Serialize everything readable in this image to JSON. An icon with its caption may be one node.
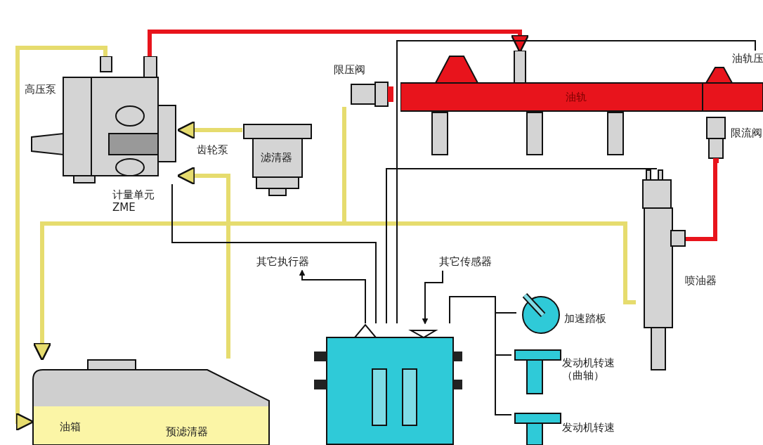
{
  "diagram": {
    "nodes": [
      {
        "text": [
          "高压泵"
        ],
        "beside": [
          "计量单元 ZME",
          "齿轮泵"
        ]
      },
      {
        "text": [
          "滤清器"
        ]
      },
      {
        "text": [
          "限压阀"
        ]
      },
      {
        "text": [
          "油轨"
        ]
      },
      {
        "text": [
          "油轨压"
        ]
      },
      {
        "text": [
          "限流阀"
        ]
      },
      {
        "text": [
          "喷油器"
        ]
      },
      {
        "text": [],
        "shape": "box"
      },
      {
        "text": [
          "其它执行器"
        ]
      },
      {
        "text": [
          "其它传感器"
        ]
      },
      {
        "text": [
          "加速踏板"
        ]
      },
      {
        "text": [
          "发动机转速（曲轴）"
        ]
      },
      {
        "text": [
          "发动机转速"
        ]
      },
      {
        "text": [
          "油箱"
        ]
      },
      {
        "text": [
          "预滤清器"
        ],
        "in": 13
      }
    ],
    "edges": [
      {
        "from": 0,
        "to": 3,
        "arrow": "to",
        "style": "thick",
        "color": "#e8141c"
      },
      {
        "from": 1,
        "to": 0,
        "arrow": "to",
        "style": "thick",
        "color": "#e6dc6e"
      },
      {
        "from": 13,
        "to": 0,
        "arrow": "to",
        "style": "thick",
        "color": "#e6dc6e"
      },
      {
        "from": 0,
        "to": 13,
        "arrow": "to",
        "style": "thick",
        "color": "#e6dc6e"
      },
      {
        "from": 2,
        "to": 13,
        "arrow": "to",
        "style": "thick",
        "color": "#e6dc6e"
      },
      {
        "from": 5,
        "to": 6,
        "arrow": "none",
        "style": "thick",
        "color": "#e8141c"
      },
      {
        "from": 6,
        "to": 13,
        "arrow": "to",
        "style": "thick",
        "color": "#e6dc6e"
      },
      {
        "from": 7,
        "to": 8,
        "arrow": "to"
      },
      {
        "from": 9,
        "to": 7,
        "arrow": "to"
      },
      {
        "from": 7,
        "to": 0,
        "arrow": "none"
      },
      {
        "from": 7,
        "to": 6,
        "arrow": "none"
      },
      {
        "from": 4,
        "to": 7,
        "arrow": "none"
      },
      {
        "from": 10,
        "to": 7,
        "arrow": "none"
      },
      {
        "from": 11,
        "to": 7,
        "arrow": "none"
      },
      {
        "from": 12,
        "to": 7,
        "arrow": "none"
      }
    ]
  }
}
